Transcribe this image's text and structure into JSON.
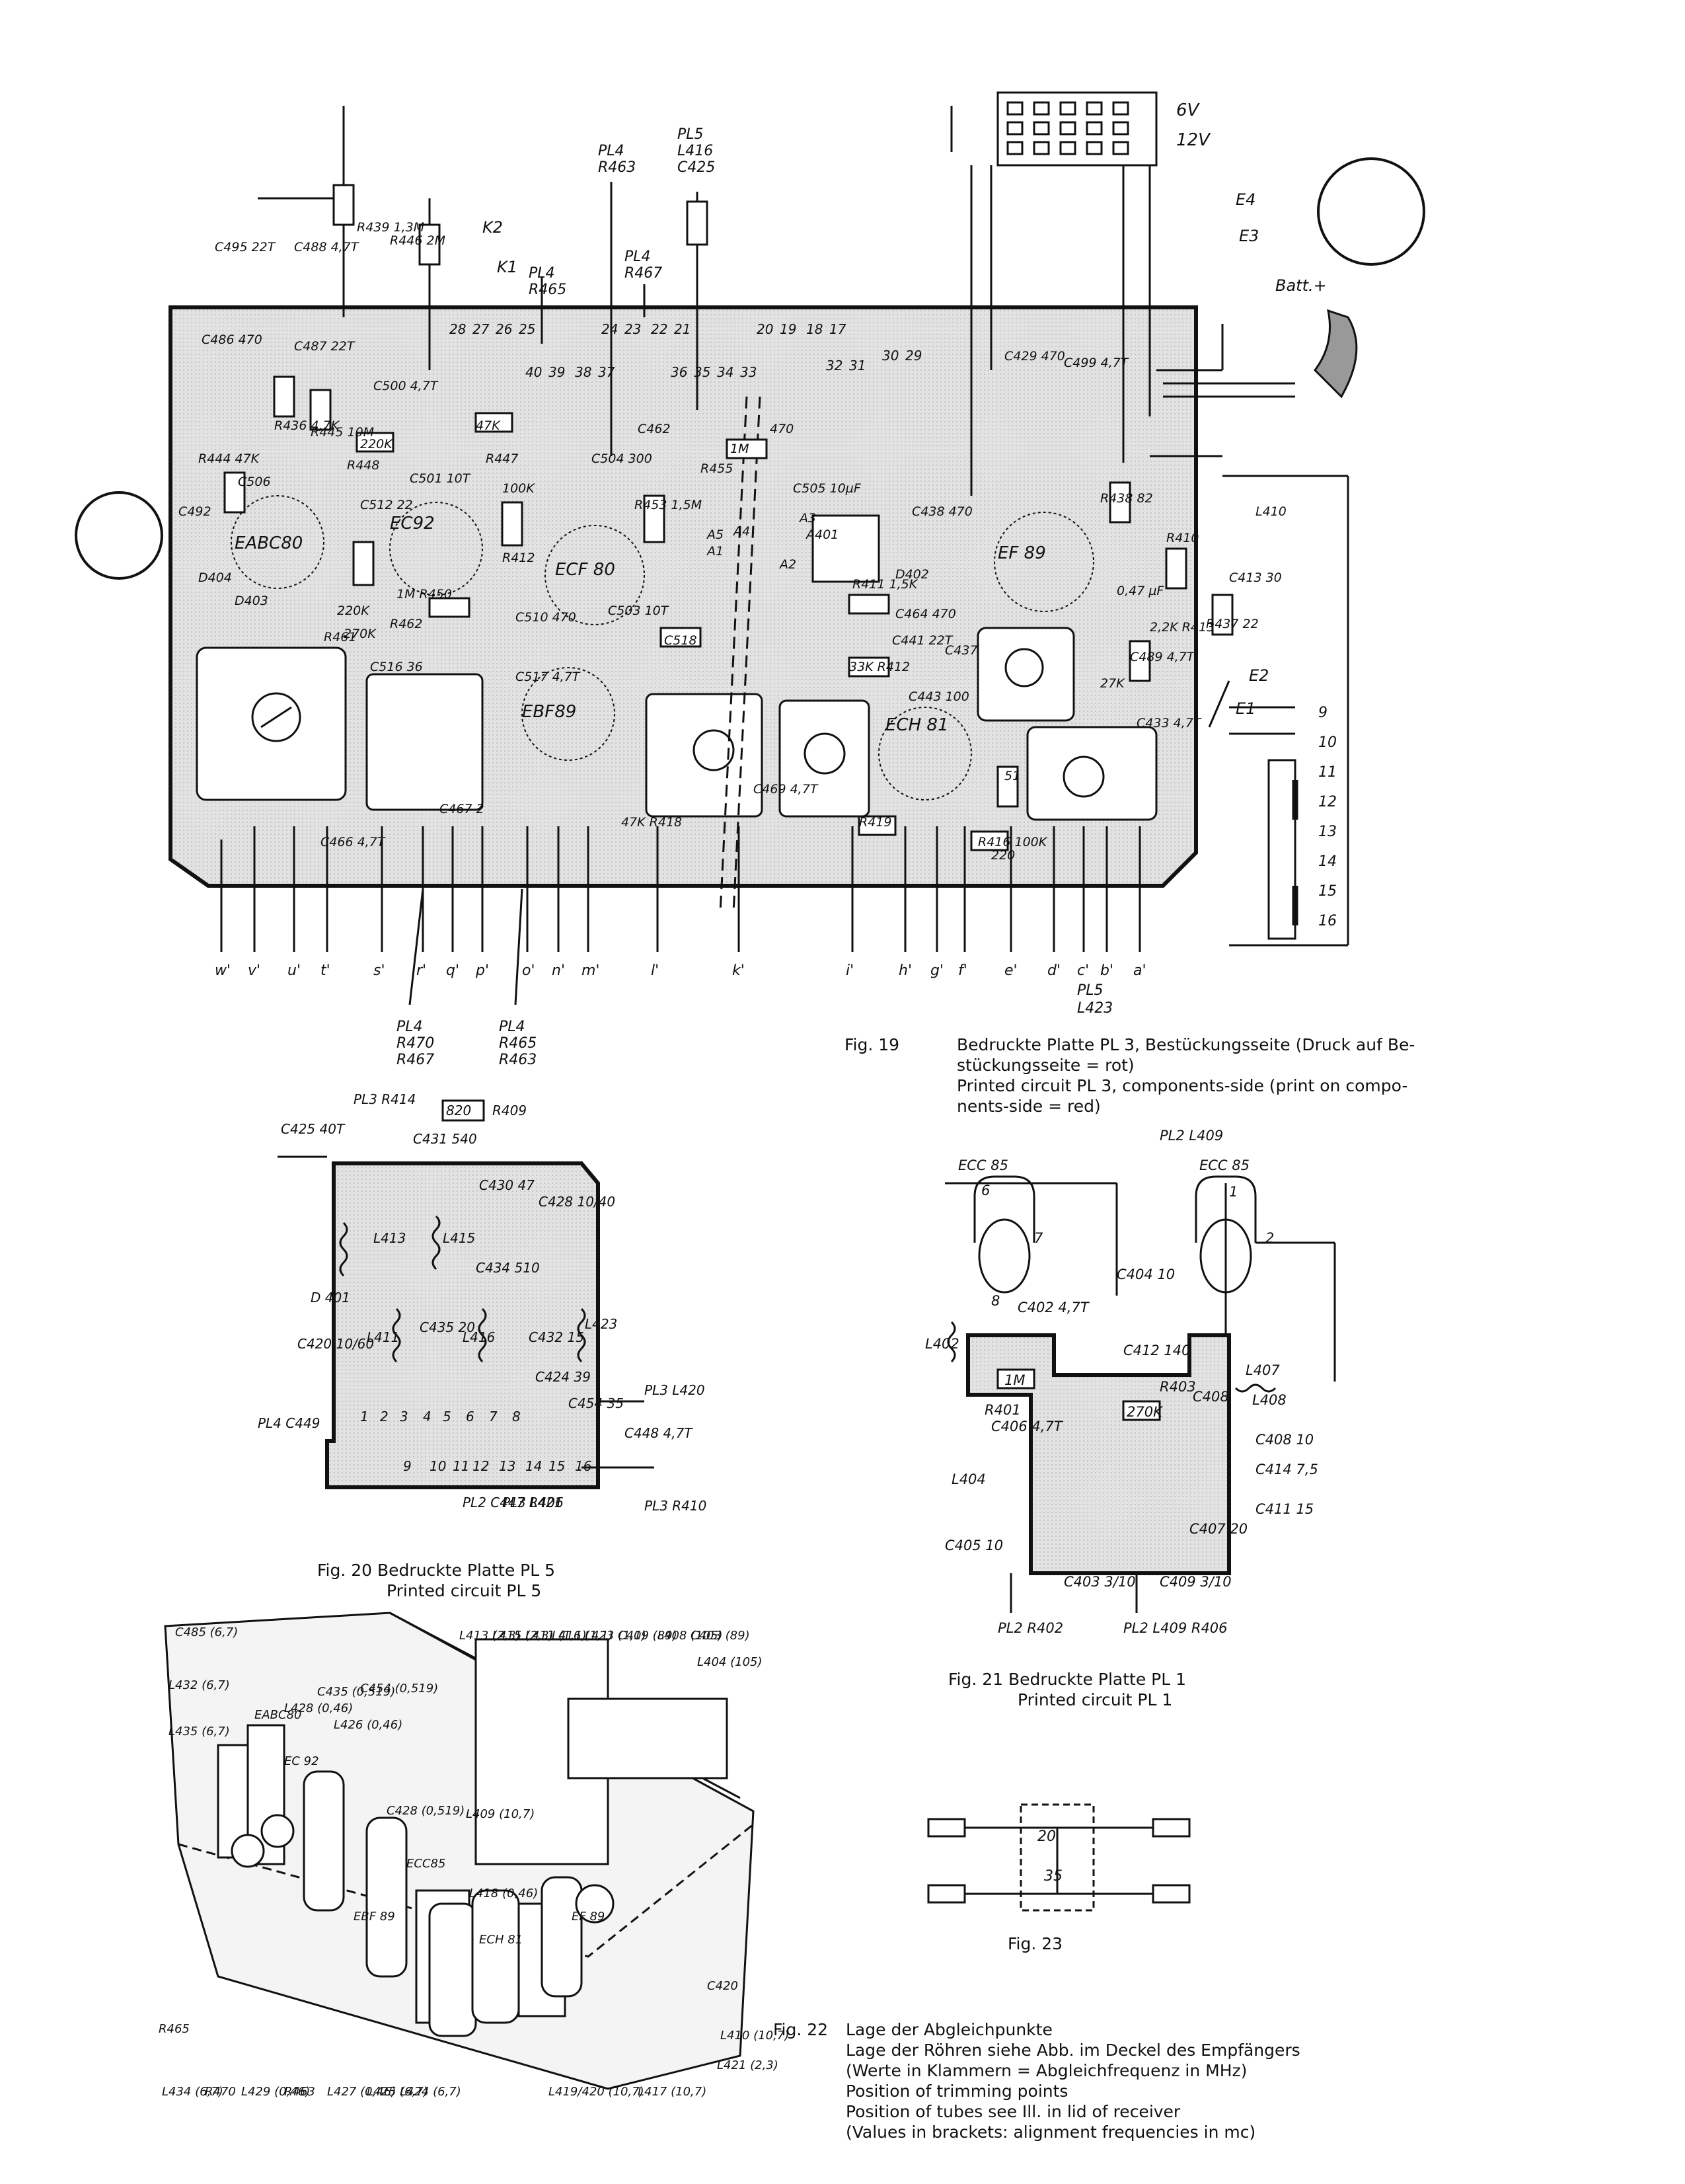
{
  "header": {
    "volt_6": "6V",
    "volt_12": "12V",
    "batt": "Batt.+",
    "switch_k1": "K1",
    "switch_k2": "K2",
    "switch_e4": "E4",
    "switch_e3": "E3",
    "switch_e2": "E2",
    "switch_e1": "E1"
  },
  "pl3": {
    "top_refs": [
      {
        "ref": "PL4",
        "sub": "R463"
      },
      {
        "ref": "PL5",
        "sub": "L416",
        "sub2": "C425"
      },
      {
        "ref": "PL4",
        "sub": "R465"
      },
      {
        "ref": "PL4",
        "sub": "R467"
      }
    ],
    "tubes": [
      "EABC80",
      "EC92",
      "ECF 80",
      "EBF89",
      "ECH 81",
      "EF 89"
    ],
    "components": [
      "C495 22T",
      "C488 4,7T",
      "R439 1,3M",
      "R446 2M",
      "C486 470",
      "C487 22T",
      "C500 4,7T",
      "R436 4,7K",
      "R445 10M",
      "220K",
      "R448",
      "47K",
      "R447",
      "C504 300",
      "C462",
      "1M",
      "R455",
      "470",
      "C505 10µF",
      "C501 10T",
      "C492",
      "R444 47K",
      "C506",
      "C512 22",
      "100K",
      "R412",
      "R453 1,5M",
      "C429 470",
      "C499 4,7T",
      "R438 82",
      "L410",
      "C413 30",
      "A3",
      "A401",
      "A5",
      "A4",
      "A1",
      "A2",
      "C438 470",
      "D402",
      "R411 1,5K",
      "C441 22T",
      "33K R412",
      "C464 470",
      "C503 10T",
      "1M R450",
      "C518",
      "C510 470",
      "C517 4,7T",
      "R462",
      "220K",
      "270K",
      "R461",
      "C516 36",
      "D403",
      "D404",
      "0,47 µF",
      "R410",
      "R437 22",
      "2,2K R413",
      "C489 4,7T",
      "27K",
      "C433 4,7T",
      "C443 100",
      "C437",
      "51",
      "R416 100K",
      "220",
      "R419",
      "47K R418",
      "C467 2",
      "C466 4,7T",
      "C469 4,7T"
    ],
    "top_pins": [
      "28",
      "27",
      "26",
      "25",
      "40",
      "39",
      "38",
      "37",
      "24",
      "23",
      "22",
      "21",
      "36",
      "35",
      "34",
      "33",
      "20",
      "19",
      "18",
      "17",
      "32",
      "31",
      "30",
      "29"
    ],
    "side_pins": [
      "9",
      "10",
      "11",
      "12",
      "13",
      "14",
      "15",
      "16"
    ],
    "bottom_pins": [
      "w'",
      "v'",
      "u'",
      "t'",
      "s'",
      "r'",
      "q'",
      "p'",
      "o'",
      "n'",
      "m'",
      "l'",
      "k'",
      "i'",
      "h'",
      "g'",
      "f'",
      "e'",
      "d'",
      "c'",
      "b'",
      "a'"
    ],
    "bottom_ref": {
      "ref": "PL5",
      "sub": "L423"
    },
    "left_refs": [
      {
        "ref": "PL4",
        "sub": "R470",
        "sub2": "R467"
      },
      {
        "ref": "PL4",
        "sub": "R465",
        "sub2": "R463"
      }
    ]
  },
  "captions": {
    "fig19": {
      "num": "Fig. 19",
      "lines": [
        "Bedruckte Platte PL 3, Bestückungsseite (Druck auf Be-",
        "stückungsseite = rot)",
        "Printed circuit PL 3, components-side (print on compo-",
        "nents-side = red)"
      ]
    },
    "fig20": {
      "line1": "Fig. 20 Bedruckte Platte PL 5",
      "line2": "Printed circuit PL 5"
    },
    "fig21": {
      "line1": "Fig. 21 Bedruckte Platte PL 1",
      "line2": "Printed circuit PL 1"
    },
    "fig23": "Fig. 23",
    "fig22": {
      "num": "Fig. 22",
      "lines": [
        "Lage der Abgleichpunkte",
        "Lage der Röhren siehe Abb. im Deckel des Empfängers",
        "(Werte in Klammern = Abgleichfrequenz in MHz)",
        "Position of trimming points",
        "Position of tubes see Ill. in lid of receiver",
        "(Values in brackets: alignment frequencies in mc)"
      ]
    }
  },
  "pl5": {
    "labels": [
      "PL3 R414",
      "820",
      "R409",
      "C425 40T",
      "C431 540",
      "C430 47",
      "C428 10/40",
      "L413",
      "L415",
      "C434 510",
      "D 401",
      "C420 10/60",
      "L411",
      "C435 20",
      "L416",
      "C432 15",
      "L423",
      "C424 39",
      "C454 35",
      "PL3 L420",
      "PL4 C449",
      "C448 4,7T",
      "PL3 R410",
      "PL2 C447 R406",
      "PL3 L421"
    ],
    "pins": [
      "1",
      "2",
      "3",
      "4",
      "5",
      "6",
      "7",
      "8",
      "9",
      "10",
      "11",
      "12",
      "13",
      "14",
      "15",
      "16"
    ]
  },
  "pl1": {
    "labels": [
      "PL2 L409",
      "ECC 85",
      "ECC 85",
      "6",
      "7",
      "8",
      "1",
      "2",
      "C404 10",
      "L402",
      "C402 4,7T",
      "C412 140",
      "R403",
      "1M",
      "R401",
      "C406 4,7T",
      "270K",
      "L407",
      "L408",
      "C408",
      "C408 10",
      "C414 7,5",
      "C411 15",
      "C407 20",
      "L404",
      "C405 10",
      "C403 3/10",
      "C409 3/10",
      "PL2 R402",
      "PL2 L409 R406"
    ]
  },
  "fig23": {
    "c1": "20",
    "c2": "35"
  },
  "chassis": {
    "labels": [
      "C485 (6,7)",
      "L432 (6,7)",
      "L435 (6,7)",
      "L428 (0,46)",
      "EC 92",
      "EABC80",
      "C435 (0,519)",
      "C454 (0,519)",
      "L426 (0,46)",
      "L413 (2,3)",
      "L415 (2,3)",
      "L411 (1,1)",
      "L416 (1,1)",
      "L423 (1,1)",
      "C409 (89)",
      "L408 (105)",
      "C403 (89)",
      "L404 (105)",
      "C428 (0,519)",
      "L409 (10,7)",
      "ECC85",
      "L418 (0,46)",
      "EBF 89",
      "ECH 81",
      "EF 89",
      "C420",
      "R465",
      "L434 (6,7)",
      "R470",
      "L429 (0,46)",
      "R463",
      "L427 (0,46)",
      "L425 (6,7)",
      "L424 (6,7)",
      "L419/420 (10,7)",
      "L417 (10,7)",
      "L410 (10,7)",
      "L421 (2,3)"
    ]
  }
}
